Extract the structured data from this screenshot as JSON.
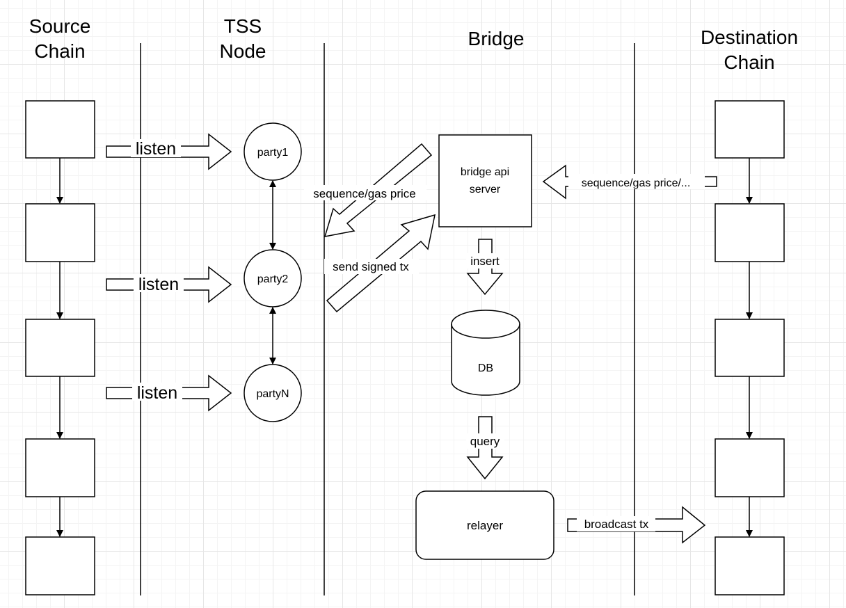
{
  "lanes": {
    "source": {
      "line1": "Source",
      "line2": "Chain"
    },
    "tss": {
      "line1": "TSS",
      "line2": "Node"
    },
    "bridge": {
      "line1": "Bridge"
    },
    "destination": {
      "line1": "Destination",
      "line2": "Chain"
    }
  },
  "nodes": {
    "party1": "party1",
    "party2": "party2",
    "partyN": "partyN",
    "bridge_api": {
      "line1": "bridge api",
      "line2": "server"
    },
    "db": "DB",
    "relayer": "relayer"
  },
  "edges": {
    "listen1": "listen",
    "listen2": "listen",
    "listen3": "listen",
    "sequence_gas_price": "sequence/gas price",
    "send_signed_tx": "send signed tx",
    "sequence_gas_price_more": "sequence/gas price/...",
    "insert": "insert",
    "query": "query",
    "broadcast_tx": "broadcast tx"
  },
  "colors": {
    "stroke": "#000000",
    "fill": "#ffffff",
    "grid": "#e6e6e6"
  }
}
